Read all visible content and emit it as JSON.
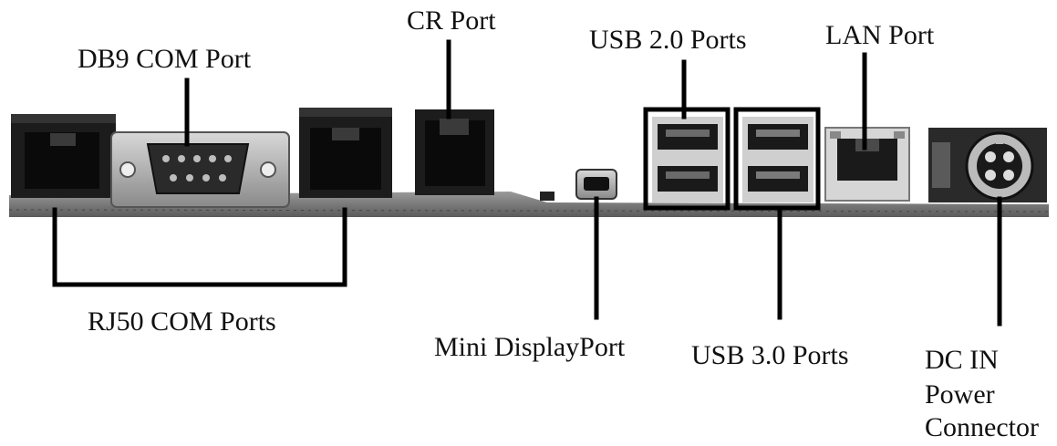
{
  "labels": {
    "db9": "DB9 COM Port",
    "cr": "CR Port",
    "usb2": "USB 2.0 Ports",
    "lan": "LAN Port",
    "rj50": "RJ50 COM Ports",
    "minidp": "Mini DisplayPort",
    "usb3": "USB 3.0 Ports",
    "dcin": [
      "DC IN",
      "Power",
      "Connector"
    ]
  }
}
